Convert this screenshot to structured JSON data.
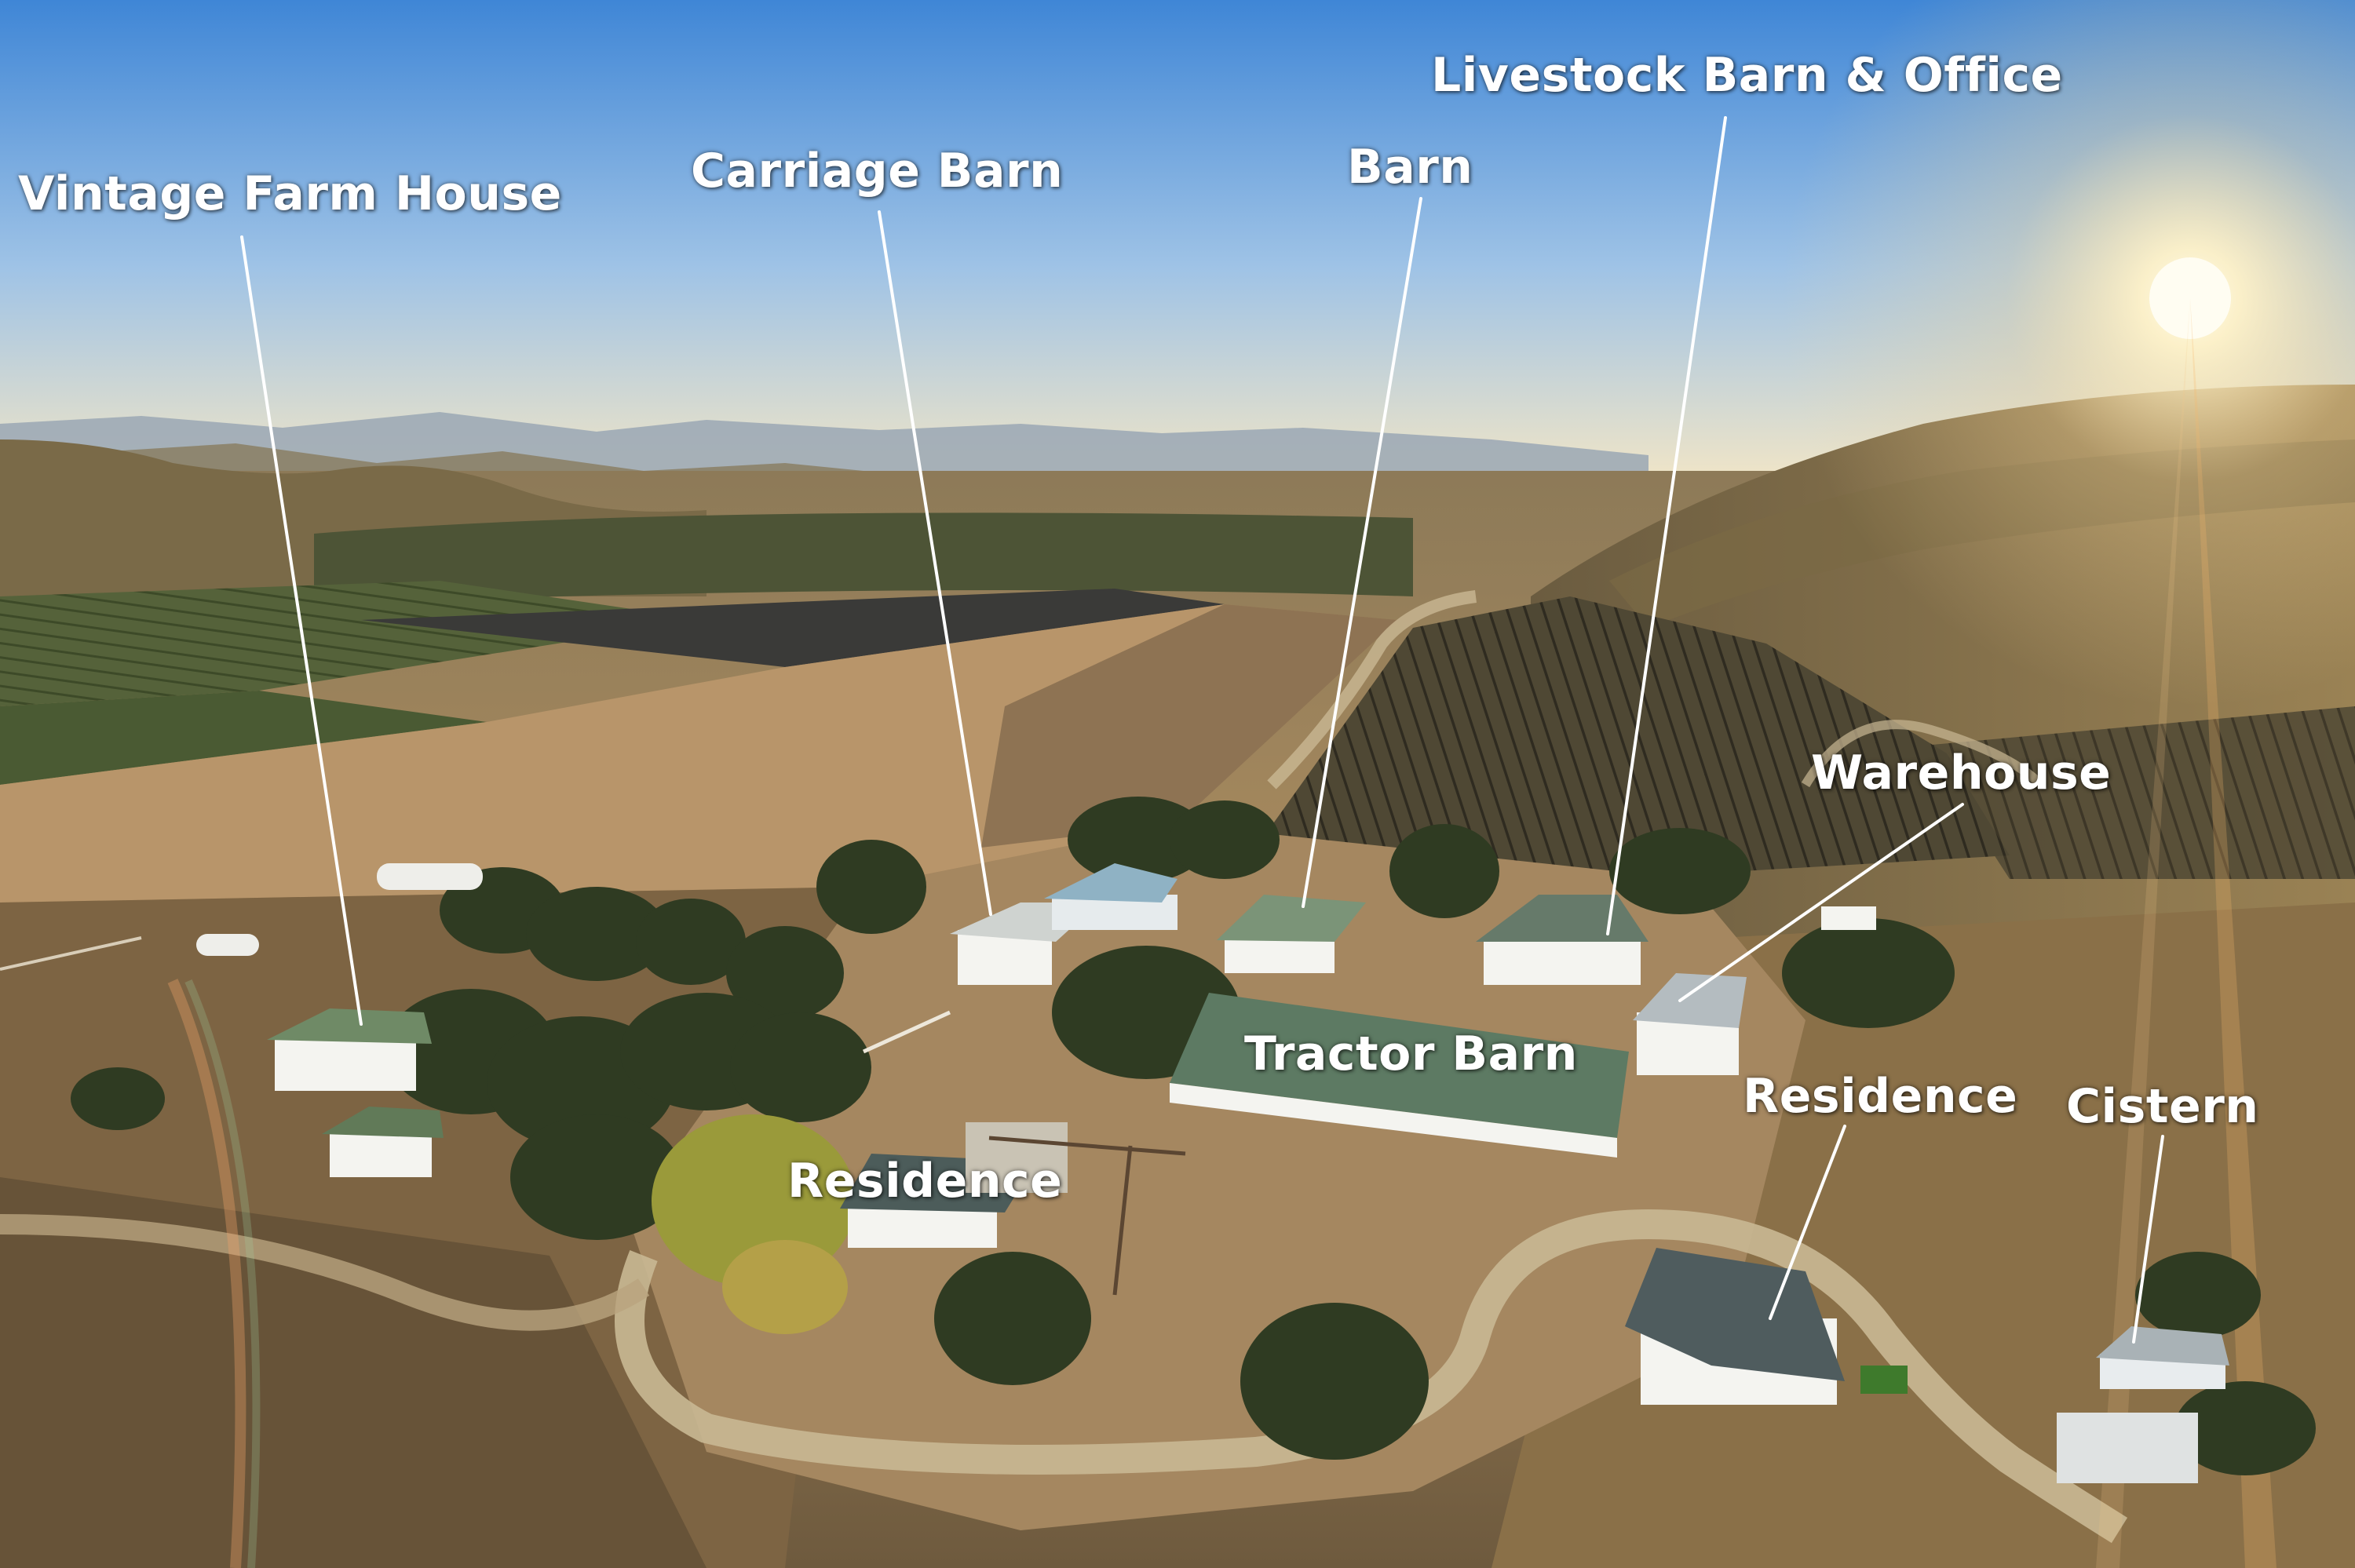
{
  "labels": {
    "vintage_farm_house": "Vintage Farm House",
    "carriage_barn": "Carriage Barn",
    "barn": "Barn",
    "livestock_barn_office": "Livestock Barn & Office",
    "warehouse": "Warehouse",
    "tractor_barn": "Tractor Barn",
    "residence_left": "Residence",
    "residence_right": "Residence",
    "cistern": "Cistern"
  },
  "colors": {
    "label_text": "#ffffff",
    "leader_line": "#ffffff",
    "sky_top": "#4f8fd8",
    "sky_horizon": "#f2e3bf",
    "sun": "#fff6d8",
    "dry_grass": "#b08a5a",
    "vineyard": "#4a4432",
    "tree": "#2e3a22",
    "roof_green": "#5e7a5e",
    "wall_white": "#f4f4f0"
  }
}
